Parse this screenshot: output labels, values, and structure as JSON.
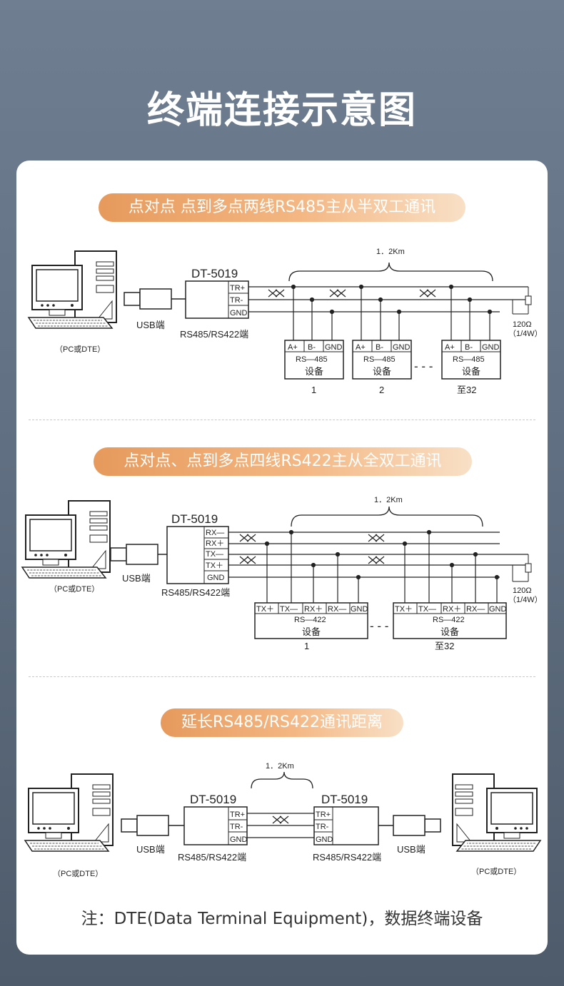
{
  "title": "终端连接示意图",
  "sections": [
    {
      "heading": "点对点 点到多点两线RS485主从半双工通讯"
    },
    {
      "heading": "点对点、点到多点四线RS422主从全双工通讯"
    },
    {
      "heading": "延长RS485/RS422通讯距离"
    }
  ],
  "labels": {
    "device_name": "DT-5019",
    "usb_port": "USB端",
    "rs_port": "RS485/RS422端",
    "pc": "（PC或DTE）",
    "distance": "1．2Km",
    "resistor": "120Ω",
    "resistor_power": "（1/4W）",
    "tr_plus": "TR+",
    "tr_minus": "TR-",
    "gnd": "GND",
    "rx_minus": "RX—",
    "rx_plus": "RX＋",
    "tx_minus": "TX—",
    "tx_plus": "TX＋",
    "a_plus": "A+",
    "b_minus": "B-",
    "rs485": "RS—485",
    "rs422": "RS—422",
    "equipment": "设备",
    "tx_plus_short": "TX＋",
    "tx_minus_short": "TX—",
    "rx_plus_short": "RX＋",
    "rx_minus_short": "RX—",
    "n1": "1",
    "n2": "2",
    "n32": "至32",
    "ellipsis": "- - -"
  },
  "note": "注：DTE(Data Terminal Equipment)，数据终端设备"
}
